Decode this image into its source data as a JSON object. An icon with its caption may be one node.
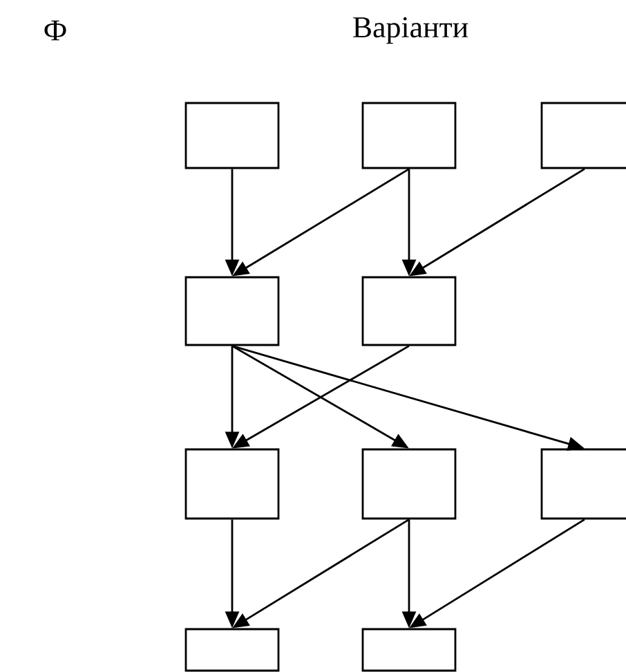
{
  "diagram": {
    "nodes": [
      {
        "text": [],
        "shape": "box"
      },
      {
        "text": [],
        "shape": "box"
      },
      {
        "text": [],
        "shape": "box"
      },
      {
        "text": [],
        "shape": "box"
      },
      {
        "text": [],
        "shape": "box"
      },
      {
        "text": [],
        "shape": "box"
      },
      {
        "text": [],
        "shape": "box"
      },
      {
        "text": [],
        "shape": "box"
      },
      {
        "text": [],
        "shape": "box"
      },
      {
        "text": [],
        "shape": "box"
      }
    ],
    "edges": [
      {
        "from": 0,
        "to": 3,
        "arrow": "to"
      },
      {
        "from": 1,
        "to": 3,
        "arrow": "to"
      },
      {
        "from": 1,
        "to": 4,
        "arrow": "to"
      },
      {
        "from": 2,
        "to": 4,
        "arrow": "to"
      },
      {
        "from": 3,
        "to": 5,
        "arrow": "to"
      },
      {
        "from": 3,
        "to": 6,
        "arrow": "to"
      },
      {
        "from": 3,
        "to": 7,
        "arrow": "to"
      },
      {
        "from": 4,
        "to": 5,
        "arrow": "to"
      },
      {
        "from": 5,
        "to": 8,
        "arrow": "to"
      },
      {
        "from": 6,
        "to": 8,
        "arrow": "to"
      },
      {
        "from": 6,
        "to": 9,
        "arrow": "to"
      },
      {
        "from": 7,
        "to": 9,
        "arrow": "to"
      }
    ],
    "labels": [
      "Ф",
      "Варіанти"
    ]
  }
}
